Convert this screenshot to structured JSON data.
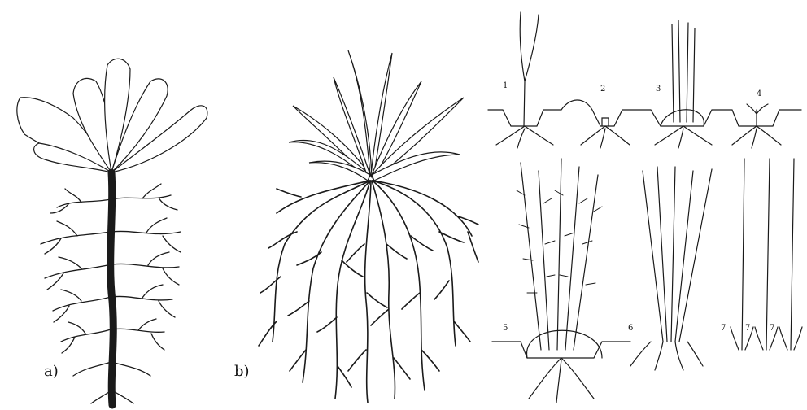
{
  "panels": {
    "taproot": {
      "label": "a)"
    },
    "fibrous": {
      "label": "b)"
    },
    "stages": {
      "numbers": [
        "1",
        "2",
        "3",
        "4",
        "5",
        "6",
        "7",
        "7",
        "7"
      ]
    }
  },
  "colors": {
    "ink": "#1a1a1a",
    "paper": "#ffffff"
  }
}
